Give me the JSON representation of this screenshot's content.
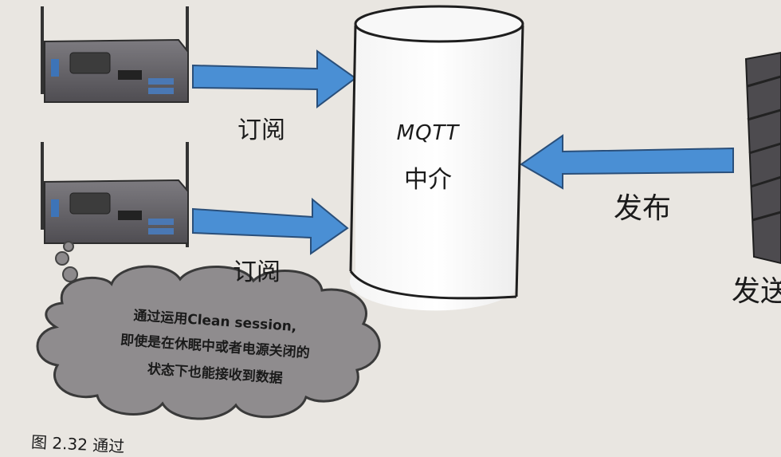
{
  "broker": {
    "line1": "MQTT",
    "line2": "中介"
  },
  "subscribe_label_1": "订阅",
  "subscribe_label_2": "订阅",
  "publish_label": "发布",
  "sender_label": "发送",
  "note_lines": [
    "通过运用Clean session,",
    "即使是在休眠中或者电源关闭的",
    "状态下也能接收到数据"
  ],
  "caption": "图 2.32  通过"
}
